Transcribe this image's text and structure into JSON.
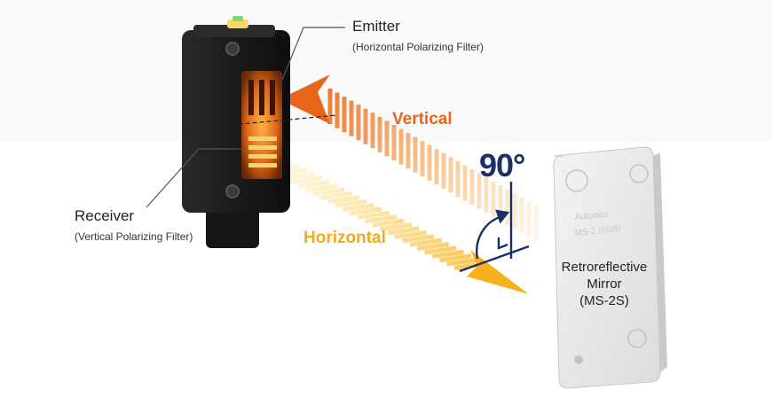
{
  "emitter": {
    "title": "Emitter",
    "subtitle": "(Horizontal Polarizing Filter)"
  },
  "receiver": {
    "title": "Receiver",
    "subtitle": "(Vertical Polarizing Filter)"
  },
  "beams": {
    "vertical_label": "Vertical",
    "horizontal_label": "Horizontal",
    "vertical_color": "#e8661b",
    "horizontal_color": "#f2a81d"
  },
  "rotation": {
    "angle_label": "90°",
    "color": "#1a2f66"
  },
  "mirror": {
    "line1": "Retroreflective",
    "line2": "Mirror",
    "line3": "(MS-2S)"
  }
}
